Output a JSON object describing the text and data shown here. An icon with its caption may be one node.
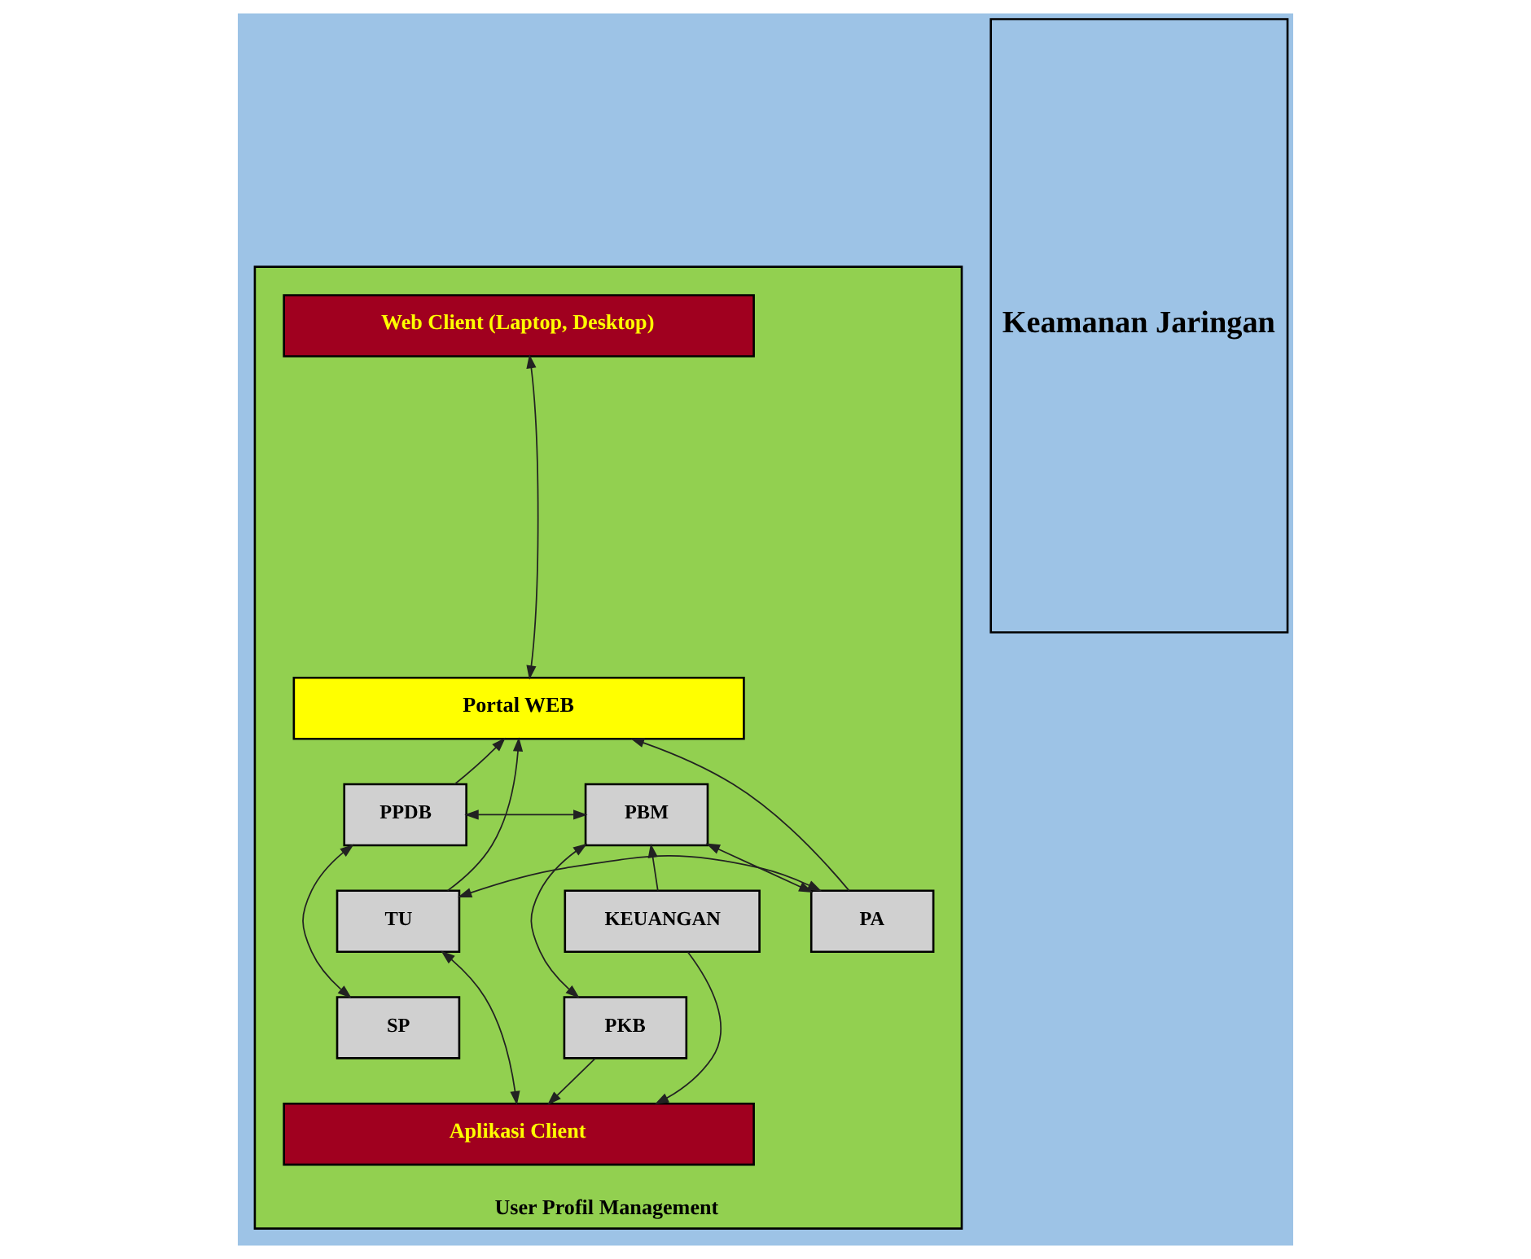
{
  "diagram": {
    "nodes": [
      {
        "text": [
          "User Profil Management"
        ]
      },
      {
        "text": [
          "Web Client (Laptop, Desktop)"
        ],
        "in": 0
      },
      {
        "text": [
          "Portal WEB"
        ],
        "in": 0
      },
      {
        "text": [
          "PPDB"
        ],
        "in": 0
      },
      {
        "text": [
          "PBM"
        ],
        "in": 0
      },
      {
        "text": [
          "TU"
        ],
        "in": 0
      },
      {
        "text": [
          "PA"
        ],
        "in": 0
      },
      {
        "text": [
          "KEUANGAN"
        ],
        "in": 0
      },
      {
        "text": [
          "SP"
        ],
        "in": 0
      },
      {
        "text": [
          "PKB"
        ],
        "in": 0
      },
      {
        "text": [
          "Aplikasi Client"
        ],
        "in": 0
      },
      {
        "text": [
          "Keamanan Jaringan"
        ]
      }
    ],
    "edges": [
      {
        "from": 1,
        "to": 2,
        "arrow": "both"
      },
      {
        "from": 5,
        "to": 2,
        "arrow": "to"
      },
      {
        "from": 3,
        "to": 2,
        "arrow": "to"
      },
      {
        "from": 6,
        "to": 2,
        "arrow": "to"
      },
      {
        "from": 3,
        "to": 4,
        "arrow": "both"
      },
      {
        "from": 5,
        "to": 6,
        "arrow": "both"
      },
      {
        "from": 3,
        "to": 8,
        "arrow": "both"
      },
      {
        "from": 6,
        "to": 4,
        "arrow": "both"
      },
      {
        "from": 4,
        "to": 9,
        "arrow": "both"
      },
      {
        "from": 7,
        "to": 4,
        "arrow": "to"
      },
      {
        "from": 5,
        "to": 10,
        "arrow": "both"
      },
      {
        "from": 9,
        "to": 10,
        "arrow": "to"
      },
      {
        "from": 7,
        "to": 10,
        "arrow": "to"
      }
    ]
  }
}
